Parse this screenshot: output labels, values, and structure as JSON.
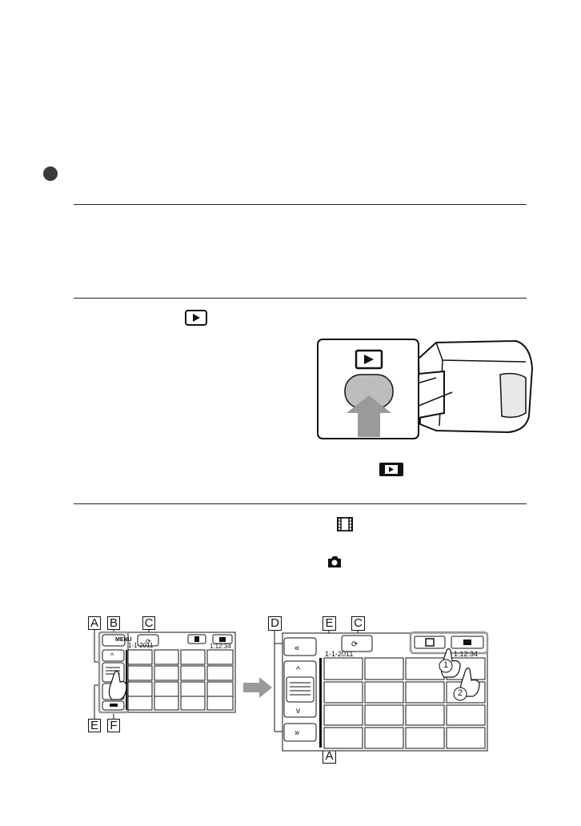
{
  "callouts": {
    "left": [
      "A",
      "B",
      "C",
      "E",
      "F"
    ],
    "right": [
      "D",
      "E",
      "C",
      "A"
    ]
  },
  "numbers": {
    "one": "1",
    "two": "2"
  },
  "screen": {
    "menu_label": "MENU",
    "date_small": "1-1-2011",
    "time_small": "1:12:34",
    "date_large": "1-1-2011",
    "time_large": "1:12:34"
  },
  "icons": {
    "play": "play-icon",
    "view_images": "view-images-icon",
    "movie": "movie-icon",
    "camera": "camera-icon",
    "finger": "finger-icon",
    "arrow": "arrow-right-icon"
  }
}
